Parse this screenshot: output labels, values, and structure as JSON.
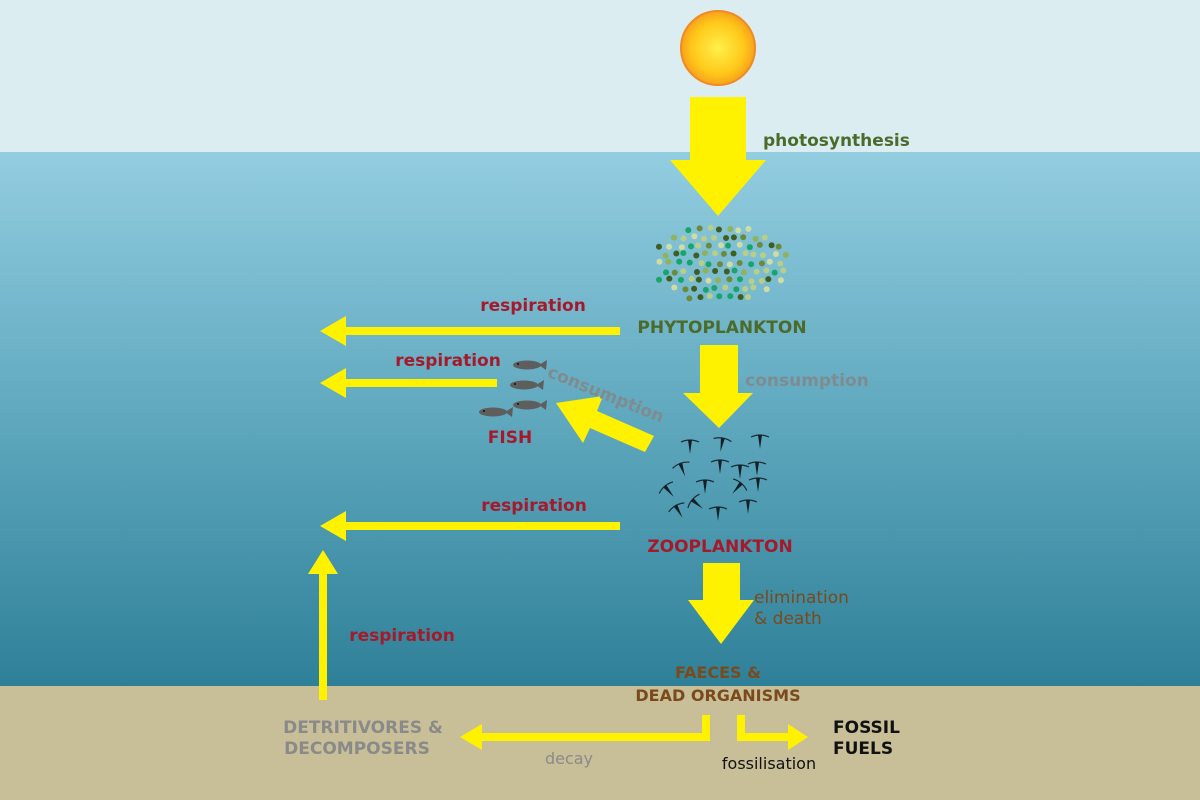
{
  "labels": {
    "photosynthesis": "photosynthesis",
    "phytoplankton": "PHYTOPLANKTON",
    "respiration_1": "respiration",
    "respiration_2": "respiration",
    "respiration_3": "respiration",
    "respiration_4": "respiration",
    "consumption_1": "consumption",
    "consumption_2": "consumption",
    "fish": "FISH",
    "zooplankton": "ZOOPLANKTON",
    "elimination_line1": "elimination",
    "elimination_line2": "& death",
    "faeces_line1": "FAECES &",
    "faeces_line2": "DEAD ORGANISMS",
    "detritivores_line1": "DETRITIVORES &",
    "detritivores_line2": "DECOMPOSERS",
    "decay": "decay",
    "fossilisation": "fossilisation",
    "fossil_line1": "FOSSIL",
    "fossil_line2": "FUELS"
  },
  "colors": {
    "sky": "#dcedf2",
    "ocean_top": "#93cde0",
    "ocean_bottom": "#2e8098",
    "seabed": "#c8bf98",
    "arrow": "#fff200",
    "sun": "#ffc20e"
  }
}
